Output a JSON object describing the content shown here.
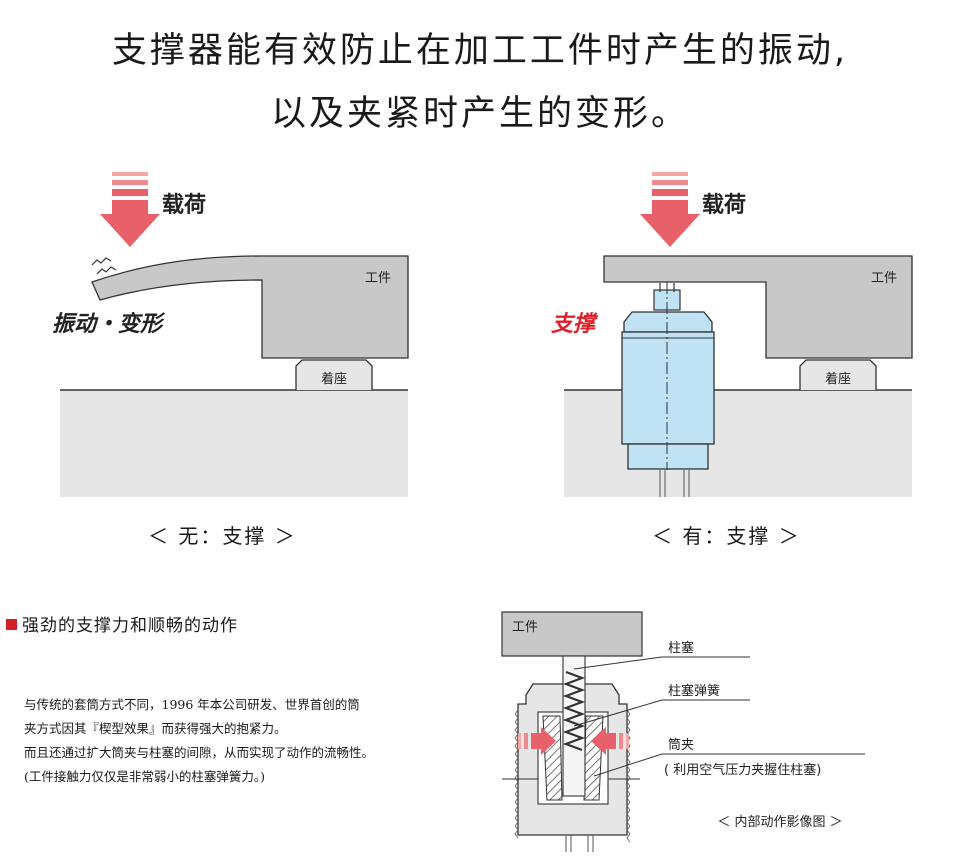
{
  "title": {
    "line1": "支撑器能有效防止在加工工件时产生的振动,",
    "line2": "以及夹紧时产生的变形。"
  },
  "left_diagram": {
    "load_label": "载荷",
    "workpiece_label": "工件",
    "seat_label": "着座",
    "effect_label": "振动・变形",
    "caption": "＜ 无：支撑 ＞"
  },
  "right_diagram": {
    "load_label": "载荷",
    "workpiece_label": "工件",
    "seat_label": "着座",
    "support_label": "支撑",
    "caption": "＜ 有：支撑 ＞"
  },
  "section": {
    "heading": "强劲的支撑力和顺畅的动作",
    "paragraph": [
      "与传统的套筒方式不同，1996 年本公司研发、世界首创的筒",
      "夹方式因其『楔型效果』而获得强大的抱紧力。",
      "而且还通过扩大筒夹与柱塞的间隙，从而实现了动作的流畅性。",
      "(工件接触力仅仅是非常弱小的柱塞弹簧力。)"
    ]
  },
  "internal_diagram": {
    "workpiece_label": "工件",
    "plunger_label": "柱塞",
    "spring_label": "柱塞弹簧",
    "collet_label": "筒夹",
    "collet_note": "( 利用空气压力夹握住柱塞)",
    "caption": "＜ 内部动作影像图 ＞"
  },
  "colors": {
    "arrow": "#e8606a",
    "arrow_light": "#f4a6a4",
    "support_blue": "#bfe3f4",
    "workpiece_gray": "#c8c8c8",
    "base_gray": "#e6e6e6",
    "highlight_red": "#e0202a"
  }
}
